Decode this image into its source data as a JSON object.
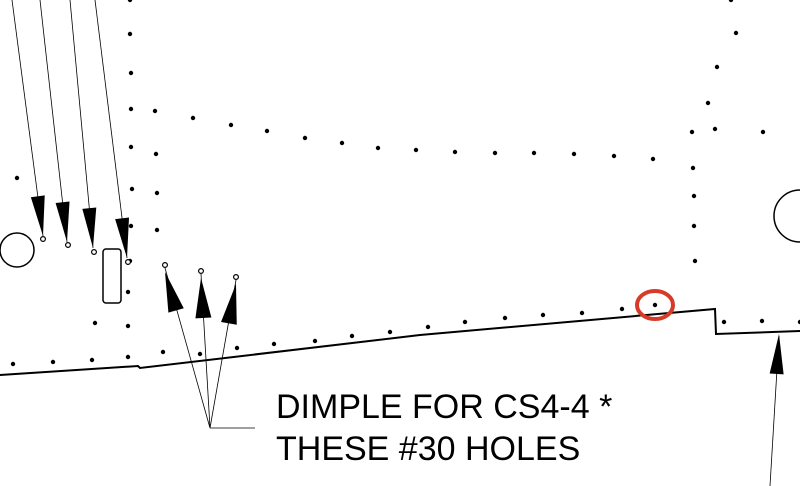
{
  "note": {
    "line1": "DIMPLE FOR CS4-4 *",
    "line2": "THESE #30 HOLES"
  },
  "colors": {
    "ink": "#000000",
    "highlight": "#d83a2a",
    "background": "#ffffff"
  },
  "icons": {
    "leader_arrow": "arrowhead",
    "highlight_ring": "red-circle"
  }
}
